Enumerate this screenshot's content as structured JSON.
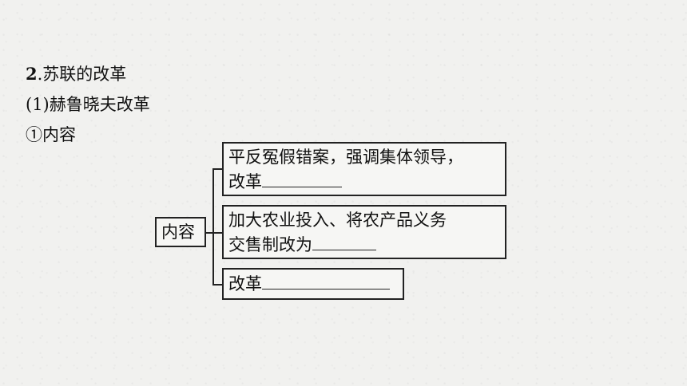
{
  "heading": {
    "number": "2",
    "text": ".苏联的改革"
  },
  "subheading": "(1)赫鲁晓夫改革",
  "item_label": "①内容",
  "diagram": {
    "root": "内容",
    "branches": [
      {
        "line1": "平反冤假错案，强调集体领导，",
        "line2": "改革"
      },
      {
        "line1": "加大农业投入、将农产品义务",
        "line2": "交售制改为"
      },
      {
        "line1": "改革"
      }
    ]
  }
}
